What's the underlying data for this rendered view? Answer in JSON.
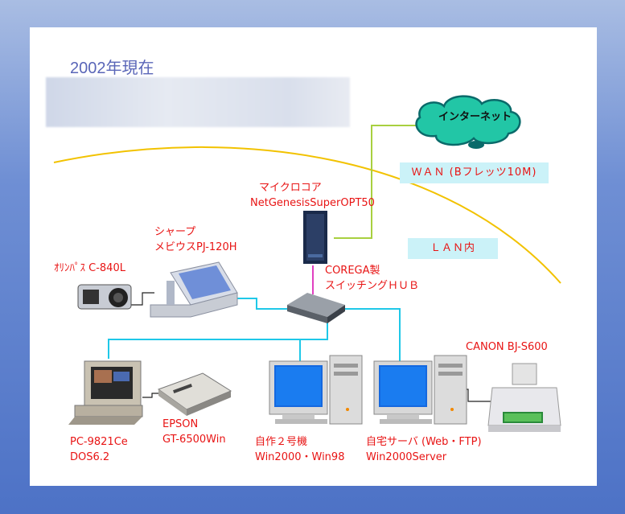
{
  "header": {
    "year_label": "2002年現在"
  },
  "cloud": {
    "label": "インターネット"
  },
  "zones": {
    "wan": "ＷＡＮ (Bフレッツ10M)",
    "lan": "ＬＡＮ内"
  },
  "devices": {
    "router": {
      "line1": "マイクロコア",
      "line2": "NetGenesisSuperOPT50"
    },
    "hub": {
      "line1": "COREGA製",
      "line2": "スイッチングＨＵＢ"
    },
    "laptop": {
      "line1": "シャープ",
      "line2": "メビウスPJ-120H"
    },
    "camera": {
      "line1": "ｵﾘﾝﾊﾟｽ C-840L"
    },
    "pc98": {
      "line1": "PC-9821Ce",
      "line2": "DOS6.2"
    },
    "scanner": {
      "line1": "EPSON",
      "line2": "GT-6500Win"
    },
    "pc2": {
      "line1": "自作２号機",
      "line2": "Win2000・Win98"
    },
    "server": {
      "line1": "自宅サーバ (Web・FTP)",
      "line2": "Win2000Server"
    },
    "printer": {
      "line1": "CANON BJ-S600"
    }
  },
  "colors": {
    "cable_lan": "#1fc8e8",
    "cable_wan": "#a8d040",
    "cable_hub": "#e040c0",
    "arc": "#f2c200",
    "label_red": "#e81414",
    "box_bg": "#cbf2f8"
  }
}
